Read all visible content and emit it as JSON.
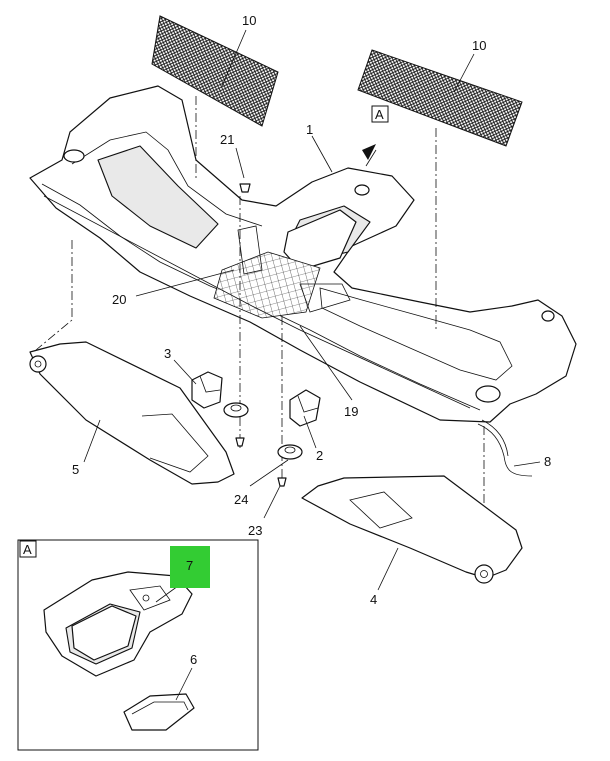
{
  "callouts": {
    "c10a": "10",
    "c10b": "10",
    "c1": "1",
    "c21": "21",
    "cA": "A",
    "c20": "20",
    "c3": "3",
    "c19": "19",
    "c2": "2",
    "c5": "5",
    "c8": "8",
    "c24": "24",
    "c23": "23",
    "c4": "4",
    "c7": "7",
    "c6": "6",
    "detailA": "A"
  },
  "colors": {
    "highlight": "#33cc33",
    "line": "#111111",
    "shade": "#e9e9e9"
  }
}
